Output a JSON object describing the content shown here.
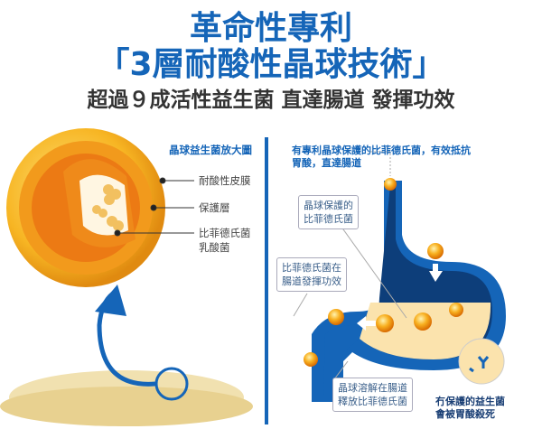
{
  "header": {
    "title_line1": "革命性專利",
    "title_line2": "「3層耐酸性晶球技術」",
    "subtitle": "超過９成活性益生菌 直達腸道 發揮功效"
  },
  "left_panel": {
    "heading": "晶球益生菌放大圖",
    "labels": [
      "耐酸性皮膜",
      "保護層",
      "比菲德氏菌",
      "乳酸菌"
    ]
  },
  "right_panel": {
    "heading_line1": "有專利晶球保護的比菲德氏菌，有效抵抗",
    "heading_line2": "胃酸，直達腸道",
    "callout_stomach": [
      "晶球保護的",
      "比菲德氏菌"
    ],
    "callout_intestine": [
      "比菲德氏菌在",
      "腸道發揮功效"
    ],
    "callout_release": [
      "晶球溶解在腸道",
      "釋放比菲德氏菌"
    ],
    "note_unprotected": [
      "冇保護的益生菌",
      "會被胃酸殺死"
    ]
  },
  "colors": {
    "brand_blue": "#1565b8",
    "orange": "#f5a623",
    "cream": "#fbe3ad"
  }
}
